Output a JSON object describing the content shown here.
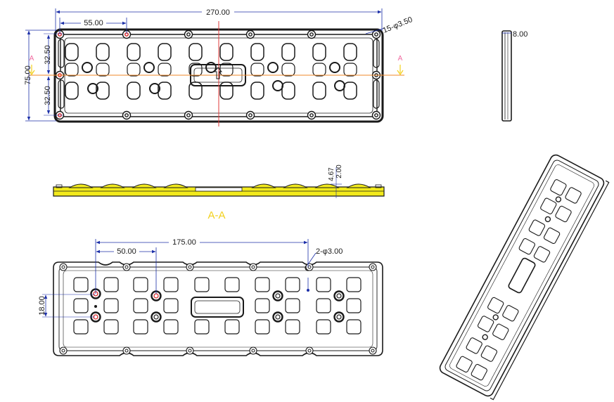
{
  "dimensions": {
    "overall_length": "270.00",
    "hole_pitch": "55.00",
    "top_holes": "15-φ3.50",
    "overall_width": "75.00",
    "row_pitch_upper": "32.50",
    "row_pitch_lower": "32.50",
    "side_thickness": "8.00",
    "section_height_total": "4.67",
    "section_height_base": "2.00",
    "bottom_span": "175.00",
    "bottom_pitch": "50.00",
    "bottom_holes": "2-φ3.00",
    "bottom_row_offset": "18.00"
  },
  "section": {
    "marker_letter": "A",
    "caption": "A-A"
  },
  "colors": {
    "outline": "#1a1a1a",
    "dimension": "#1c2fa8",
    "centerline": "#e23a3a",
    "axis": "#f08a2a",
    "section_fill": "#f2ea1c",
    "section_mark": "#f06aa0",
    "hole_red": "#d81c1c"
  }
}
